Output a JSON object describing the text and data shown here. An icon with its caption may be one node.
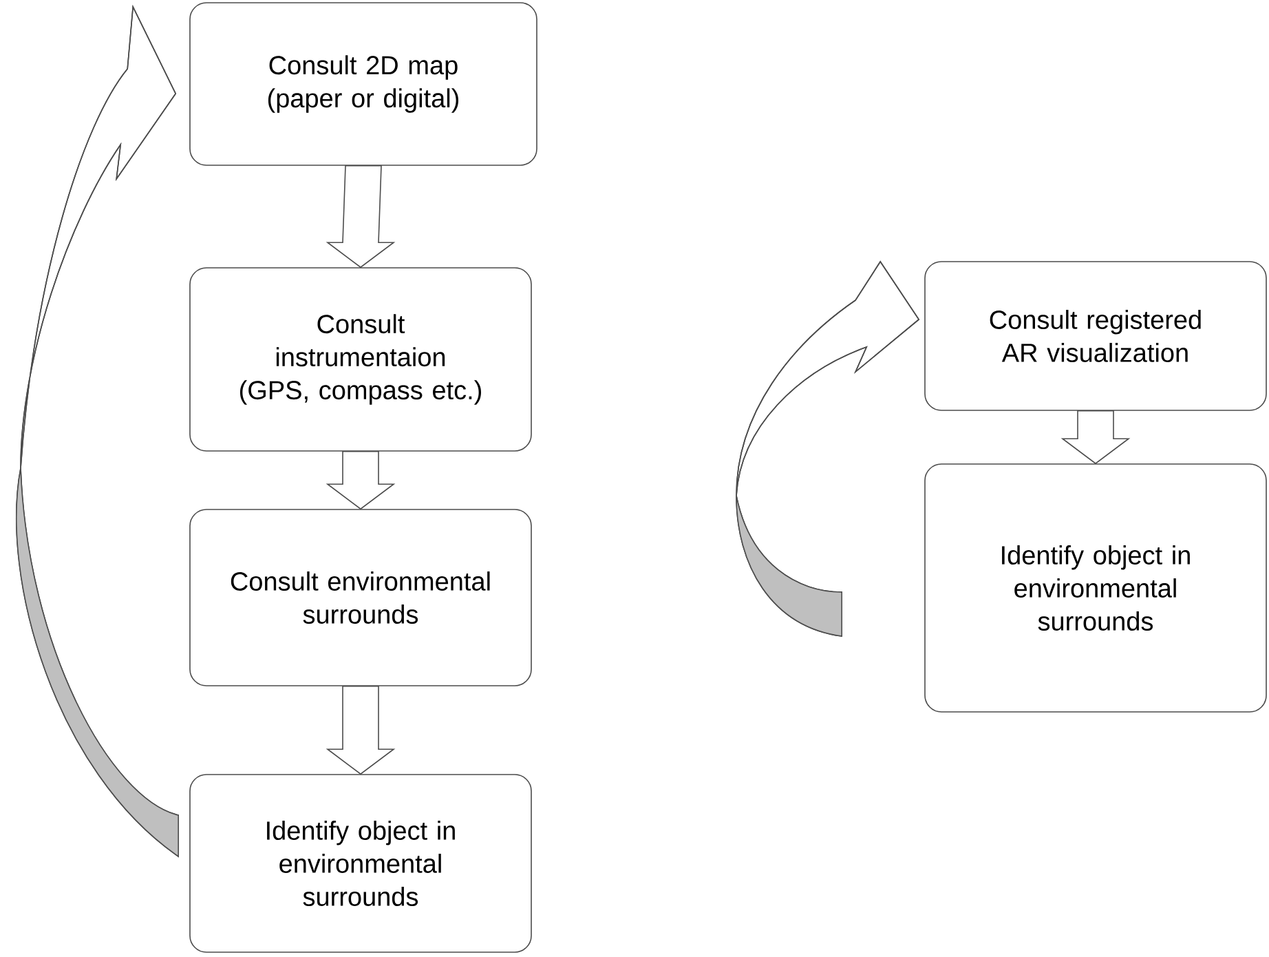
{
  "diagram": {
    "nodes": [
      {
        "text": [
          "Consult 2D map (paper or digital)"
        ]
      },
      {
        "text": [
          "Consult instrumentaion (GPS, compass etc.)"
        ]
      },
      {
        "text": [
          "Consult environmental surrounds"
        ]
      },
      {
        "text": [
          "Identify object in environmental surrounds"
        ]
      },
      {
        "text": [
          "Consult registered AR visualization"
        ]
      },
      {
        "text": [
          "Identify object in environmental surrounds"
        ]
      }
    ],
    "edges": [
      {
        "from": 0,
        "to": 1,
        "arrow": "to"
      },
      {
        "from": 1,
        "to": 2,
        "arrow": "to"
      },
      {
        "from": 2,
        "to": 3,
        "arrow": "to"
      },
      {
        "from": 3,
        "to": 0,
        "arrow": "to"
      },
      {
        "from": 4,
        "to": 5,
        "arrow": "to"
      },
      {
        "from": 5,
        "to": 4,
        "arrow": "to"
      }
    ]
  }
}
